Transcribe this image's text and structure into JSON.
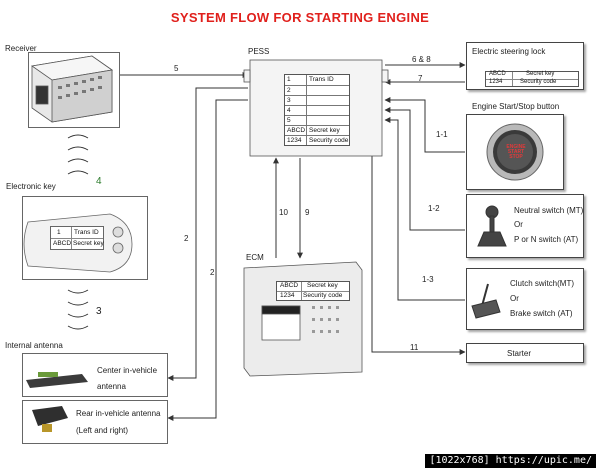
{
  "title": "SYSTEM FLOW FOR STARTING ENGINE",
  "nodes": {
    "receiver": "Receiver",
    "electronic_key": "Electronic  key",
    "internal_antenna": "Internal antenna",
    "center_antenna_line1": "Center in-vehicle",
    "center_antenna_line2": "antenna",
    "rear_antenna_line1": "Rear in-vehicle antenna",
    "rear_antenna_line2": "(Left and right)",
    "pess": "PESS",
    "ecm": "ECM",
    "steering_lock": "Electric steering lock",
    "start_button": "Engine Start/Stop button",
    "neutral_line1": "Neutral switch (MT)",
    "neutral_line2": "Or",
    "neutral_line3": "P or N switch (AT)",
    "clutch_line1": "Clutch switch(MT)",
    "clutch_line2": "Or",
    "clutch_line3": "Brake switch (AT)",
    "starter": "Starter"
  },
  "pess_table": {
    "rows": [
      {
        "left": "1",
        "right": "Trans ID"
      },
      {
        "left": "2",
        "right": ""
      },
      {
        "left": "3",
        "right": ""
      },
      {
        "left": "4",
        "right": ""
      },
      {
        "left": "5",
        "right": ""
      },
      {
        "left": "ABCD",
        "right": "Secret key"
      },
      {
        "left": "1234",
        "right": "Security code"
      }
    ]
  },
  "key_table": {
    "rows": [
      {
        "left": "1",
        "right": "Trans ID"
      },
      {
        "left": "ABCD",
        "right": "Secret key"
      }
    ]
  },
  "ecm_table": {
    "rows": [
      {
        "left": "ABCD",
        "right": "Secret key"
      },
      {
        "left": "1234",
        "right": "Security code"
      }
    ]
  },
  "steering_table": {
    "rows": [
      {
        "left": "ABCD",
        "right": "Secret key"
      },
      {
        "left": "1234",
        "right": "Security code"
      }
    ]
  },
  "start_button_text": "ENGINE START STOP",
  "connections": {
    "c5": "5",
    "c6_8": "6 & 8",
    "c7": "7",
    "c1_1": "1-1",
    "c1_2": "1-2",
    "c1_3": "1-3",
    "c11": "11",
    "c10": "10",
    "c9": "9",
    "c2a": "2",
    "c2b": "2",
    "c4": "4",
    "c3": "3"
  },
  "watermark": "[1022x768]  https://upic.me/",
  "colors": {
    "title": "#e0201c",
    "line": "#333333",
    "button_red": "#c8282a"
  }
}
